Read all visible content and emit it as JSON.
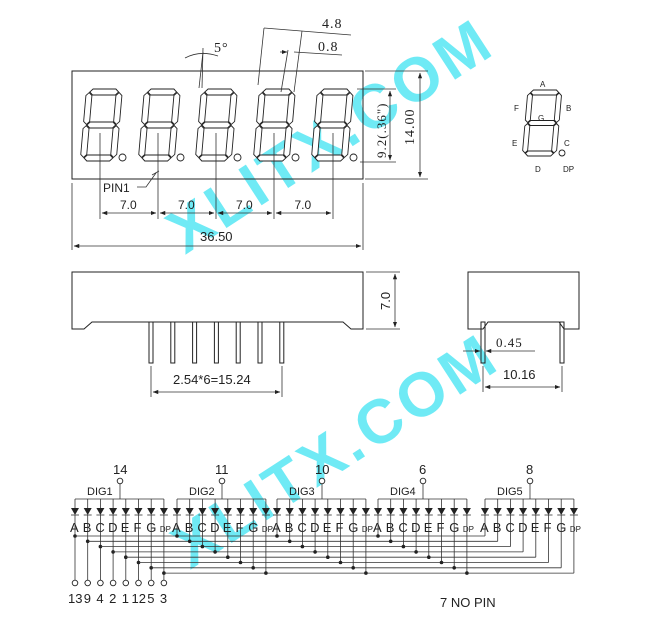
{
  "front_view": {
    "digit_count": 5,
    "angle_label": "5°",
    "dim_48": "4.8",
    "dim_08": "0.8",
    "height_label": "14.00",
    "digit_height_label": "9.2(.36\")",
    "pin1_label": "PIN1",
    "pitch_labels": [
      "7.0",
      "7.0",
      "7.0",
      "7.0"
    ],
    "width_label": "36.50"
  },
  "segment_legend": {
    "labels": {
      "a": "A",
      "b": "B",
      "c": "C",
      "d": "D",
      "e": "E",
      "f": "F",
      "g": "G",
      "dp": "DP"
    }
  },
  "side_view": {
    "height_label": "7.0",
    "pin_pitch_label": "2.54*6=15.24",
    "pin_count": 7
  },
  "end_view": {
    "pin_width_label": "0.45",
    "row_spacing_label": "10.16"
  },
  "schematic": {
    "digits": [
      {
        "name": "DIG1",
        "pin": "14"
      },
      {
        "name": "DIG2",
        "pin": "11"
      },
      {
        "name": "DIG3",
        "pin": "10"
      },
      {
        "name": "DIG4",
        "pin": "6"
      },
      {
        "name": "DIG5",
        "pin": "8"
      }
    ],
    "segments": [
      "A",
      "B",
      "C",
      "D",
      "E",
      "F",
      "G",
      "DP"
    ],
    "segment_pins": [
      "13",
      "9",
      "4",
      "2",
      "1",
      "12",
      "5",
      "3"
    ],
    "note": "7 NO PIN"
  },
  "watermark": [
    "XLITX.COM",
    "XLITX.COM"
  ]
}
